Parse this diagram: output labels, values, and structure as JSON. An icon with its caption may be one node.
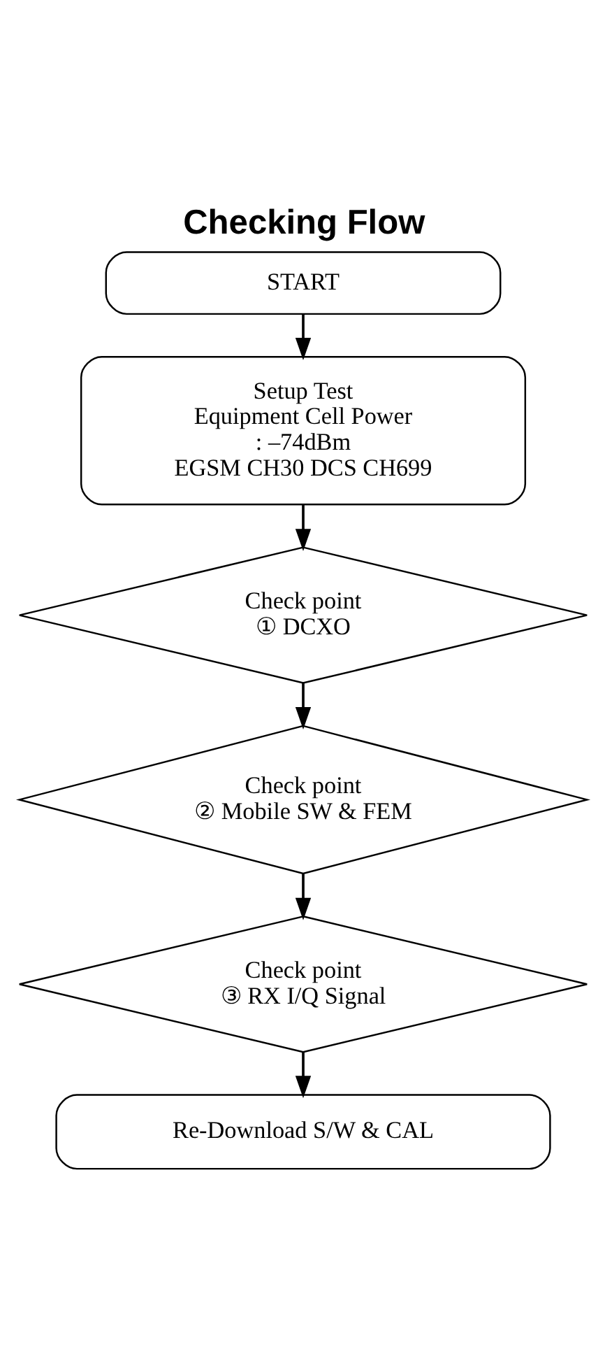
{
  "diagram": {
    "title": "Checking Flow",
    "nodes": [
      {
        "text": [
          "START"
        ]
      },
      {
        "text": [
          "Setup Test Equipment Cell Power : –74dBm EGSM CH30 DCS CH699"
        ]
      },
      {
        "text": [
          "Check point ① DCXO"
        ]
      },
      {
        "text": [
          "Check point ② Mobile SW & FEM"
        ]
      },
      {
        "text": [
          "Check point ③ RX I/Q Signal"
        ]
      },
      {
        "text": [
          "Re-Download S/W & CAL"
        ]
      }
    ],
    "edges": [
      {
        "from": 0,
        "to": 1,
        "arrow": "to"
      },
      {
        "from": 1,
        "to": 2,
        "arrow": "to"
      },
      {
        "from": 2,
        "to": 3,
        "arrow": "to"
      },
      {
        "from": 3,
        "to": 4,
        "arrow": "to"
      },
      {
        "from": 4,
        "to": 5,
        "arrow": "to"
      }
    ]
  }
}
